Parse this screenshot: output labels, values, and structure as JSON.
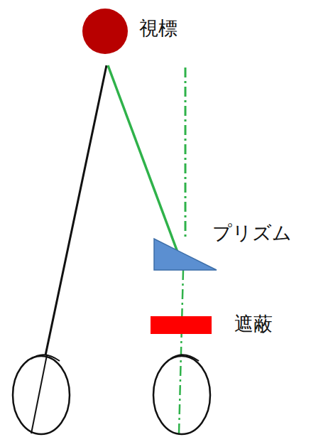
{
  "diagram": {
    "labels": [
      "視標",
      "プリズム",
      "遮蔽"
    ]
  }
}
